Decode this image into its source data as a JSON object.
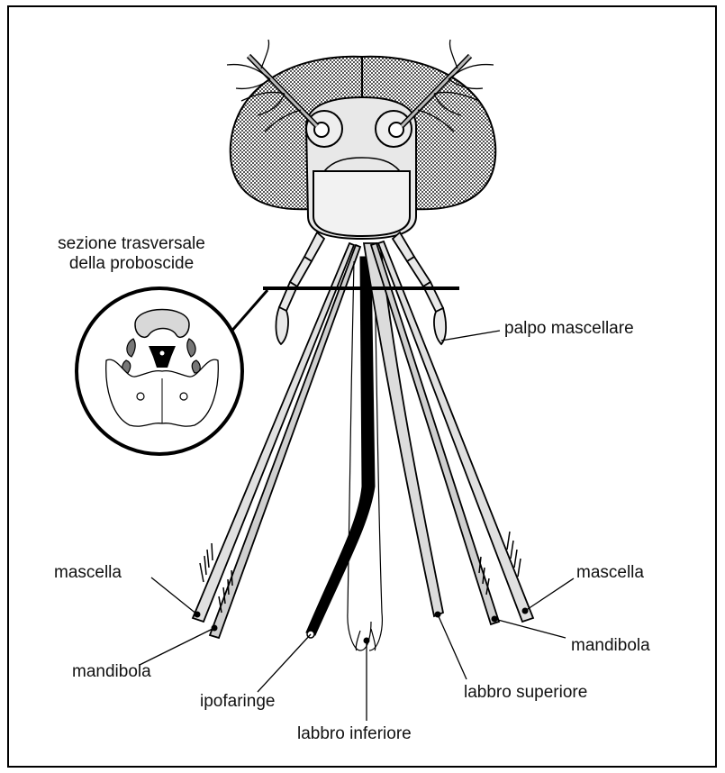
{
  "labels": {
    "cross_section_line1": "sezione trasversale",
    "cross_section_line2": "della proboscide",
    "palpo": "palpo mascellare",
    "mascella_left": "mascella",
    "mascella_right": "mascella",
    "mandibola_left": "mandibola",
    "mandibola_right": "mandibola",
    "ipofaringe": "ipofaringe",
    "labbro_superiore": "labbro superiore",
    "labbro_inferiore": "labbro inferiore"
  },
  "colors": {
    "ink": "#000000",
    "head_fill": "#e6e6e6",
    "eye_hatch": "#8a8a8a",
    "stylet_fill": "#d9d9d9"
  }
}
